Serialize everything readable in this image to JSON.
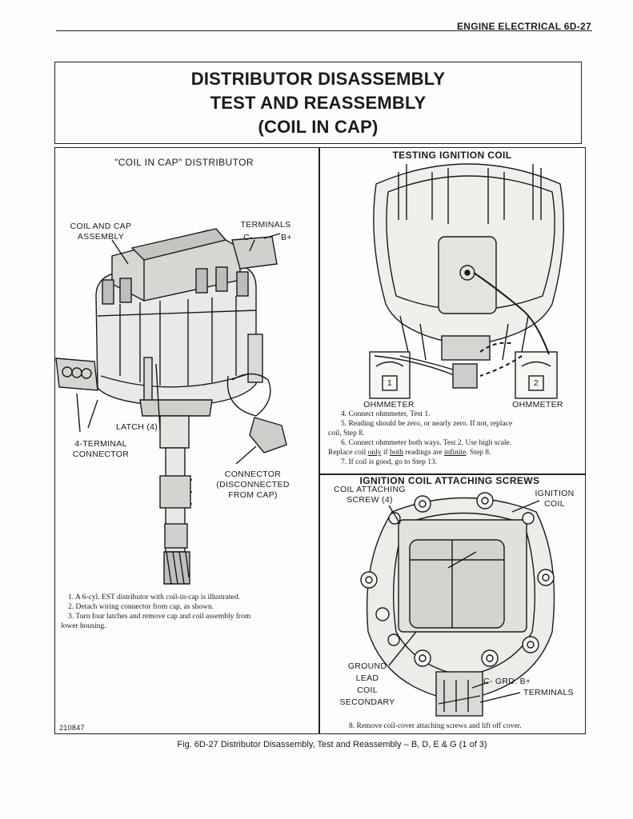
{
  "header": {
    "text": "ENGINE ELECTRICAL  6D-27"
  },
  "title": {
    "line1": "DISTRIBUTOR DISASSEMBLY",
    "line2": "TEST AND REASSEMBLY",
    "line3": "(COIL IN CAP)"
  },
  "left_panel": {
    "heading": "\"COIL IN CAP\" DISTRIBUTOR",
    "label_coil_cap": "COIL AND CAP\nASSEMBLY",
    "label_terminals": "TERMINALS",
    "label_c_minus": "C-",
    "label_b_plus": "B+",
    "label_latch": "LATCH (4)",
    "label_4_terminal": "4-TERMINAL\nCONNECTOR",
    "label_connector": "CONNECTOR\n(DISCONNECTED\nFROM CAP)",
    "step1": "1.  A 6-cyl. EST distributor with coil-in-cap is illustrated.",
    "step2": "2.  Detach wiring connector from cap, as shown.",
    "step3a": "3.  Turn four latches and remove cap and coil assembly from",
    "step3b": "lower housing.",
    "fig_number": "210847"
  },
  "test_panel": {
    "heading": "TESTING IGNITION COIL",
    "meter1_num": "1",
    "meter2_num": "2",
    "ohmmeter_left": "OHMMETER",
    "ohmmeter_right": "OHMMETER",
    "step4": "4.  Connect ohmmeter, Test 1.",
    "step5a": "5.  Reading should be zero, or nearly zero. If not, replace",
    "step5b": "coil, Step 8.",
    "step6a": "6.  Connect ohmmeter both ways. Test 2. Use high scale.",
    "step6b_1": "Replace coil ",
    "step6b_only": "only",
    "step6b_2": " if ",
    "step6b_both": "both",
    "step6b_3": " readings are ",
    "step6b_inf": "infinite",
    "step6b_4": ". Step 8.",
    "step7": "7.  If coil is good, go to Step 13."
  },
  "screws_panel": {
    "heading": "IGNITION COIL ATTACHING SCREWS",
    "label_attach": "COIL ATTACHING\nSCREW (4)",
    "label_ignition_coil": "IGNITION\nCOIL",
    "label_ground": "GROUND",
    "label_lead": "LEAD",
    "label_coil": "COIL",
    "label_secondary": "SECONDARY",
    "label_cgrd": "C- GRD. B+",
    "label_terminals": "TERMINALS",
    "step8": "8.  Remove coil-cover attaching screws and lift off cover."
  },
  "caption": "Fig. 6D-27 Distributor Disassembly, Test and Reassembly – B, D, E & G (1 of 3)"
}
